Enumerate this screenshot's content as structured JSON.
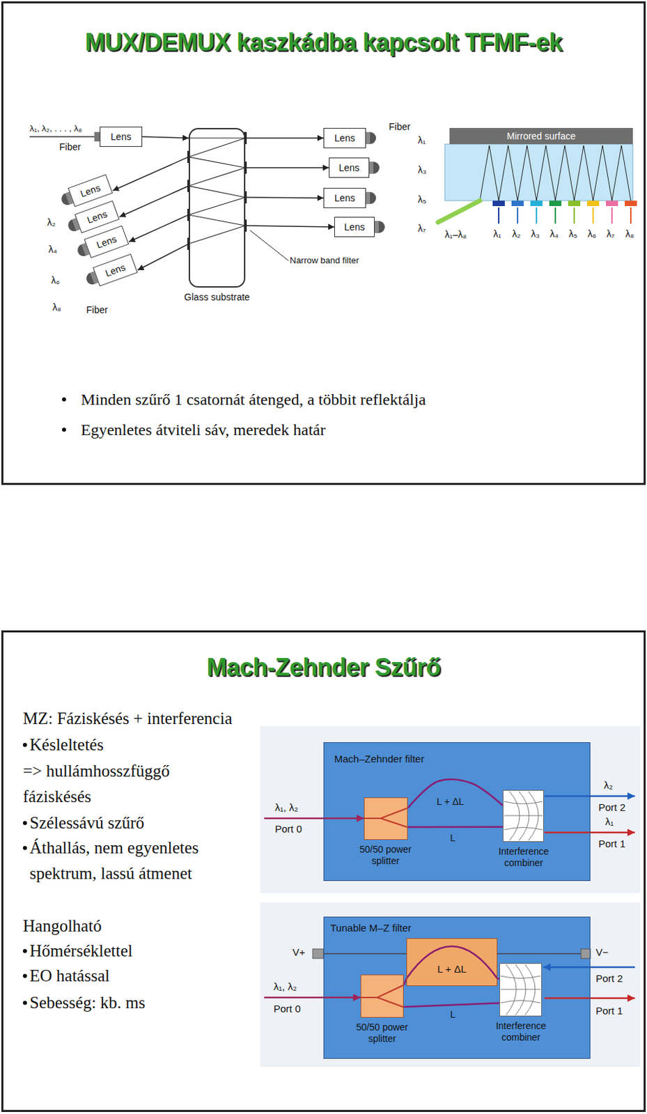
{
  "diagram": {
    "nodes": [
      {
        "text": [
          "MUX/DEMUX kaszkádba kapcsolt TFMF-ek",
          "Minden szűrő 1 csatornát átenged, a többit reflektálja",
          "Egyenletes átviteli sáv, meredek határ"
        ]
      },
      {
        "text": [
          "Lens"
        ],
        "in": 0
      },
      {
        "text": [
          "Lens"
        ],
        "in": 0
      },
      {
        "text": [
          "Lens"
        ],
        "in": 0
      },
      {
        "text": [
          "Lens"
        ],
        "in": 0
      },
      {
        "text": [
          "Lens"
        ],
        "in": 0
      },
      {
        "text": [
          "Lens"
        ],
        "in": 0
      },
      {
        "text": [
          "Lens"
        ],
        "in": 0
      },
      {
        "text": [
          "Lens"
        ],
        "in": 0
      },
      {
        "text": [
          "Lens"
        ],
        "in": 0
      },
      {
        "text": [
          "Glass substrate"
        ],
        "in": 0
      },
      {
        "text": [
          "Mirrored surface"
        ],
        "in": 0
      },
      {
        "text": [
          "Mach-Zehnder Szűrő",
          "MZ: Fáziskésés + interferencia",
          "Késleltetés",
          "=> hullámhosszfüggő fáziskésés",
          "Szélessávú szűrő",
          "Áthallás, nem egyenletes spektrum, lassú átmenet",
          "Hangolható",
          "Hőmérséklettel",
          "EO hatással",
          "Sebesség: kb. ms"
        ]
      },
      {
        "text": [
          "Mach–Zehnder filter"
        ],
        "in": 12
      },
      {
        "text": [
          "50/50 power splitter"
        ],
        "in": 13
      },
      {
        "text": [
          "Interference combiner"
        ],
        "in": 13
      },
      {
        "text": [
          "Tunable M–Z filter"
        ],
        "in": 12
      },
      {
        "text": [
          "L + ΔL"
        ],
        "in": 16
      },
      {
        "text": [
          "50/50 power splitter"
        ],
        "in": 16
      },
      {
        "text": [
          "Interference combiner"
        ],
        "in": 16
      }
    ],
    "edges": [
      {
        "from": 1,
        "to": 10,
        "arrow": "to"
      },
      {
        "from": 10,
        "to": 2,
        "arrow": "to"
      },
      {
        "from": 10,
        "to": 3,
        "arrow": "to"
      },
      {
        "from": 10,
        "to": 4,
        "arrow": "to"
      },
      {
        "from": 10,
        "to": 5,
        "arrow": "to"
      },
      {
        "from": 10,
        "to": 6,
        "arrow": "to"
      },
      {
        "from": 10,
        "to": 7,
        "arrow": "to"
      },
      {
        "from": 10,
        "to": 8,
        "arrow": "to"
      },
      {
        "from": 10,
        "to": 9,
        "arrow": "to"
      },
      {
        "from": 14,
        "to": 15,
        "label": "L + ΔL",
        "arrow": "none"
      },
      {
        "from": 14,
        "to": 15,
        "label": "L",
        "arrow": "none"
      },
      {
        "from": 18,
        "to": 17,
        "arrow": "none"
      },
      {
        "from": 17,
        "to": 19,
        "arrow": "none"
      },
      {
        "from": 18,
        "to": 19,
        "label": "L",
        "arrow": "none"
      }
    ],
    "labels": [
      "λ₁, λ₂, . . . , λ₈",
      "Fiber",
      "Fiber",
      "λ₁",
      "λ₃",
      "λ₅",
      "λ₇",
      "λ₂",
      "λ₄",
      "λ₆",
      "λ₈",
      "Fiber",
      "Narrow band filter",
      "λ₁–λ₈",
      "λ₁",
      "λ₂",
      "λ₃",
      "λ₄",
      "λ₅",
      "λ₆",
      "λ₇",
      "λ₈",
      "λ₁, λ₂",
      "Port 0",
      "λ₂",
      "Port 2",
      "λ₁",
      "Port 1",
      "V+",
      "V−",
      "λ₁, λ₂",
      "Port 0",
      "Port 2",
      "Port 1"
    ]
  }
}
